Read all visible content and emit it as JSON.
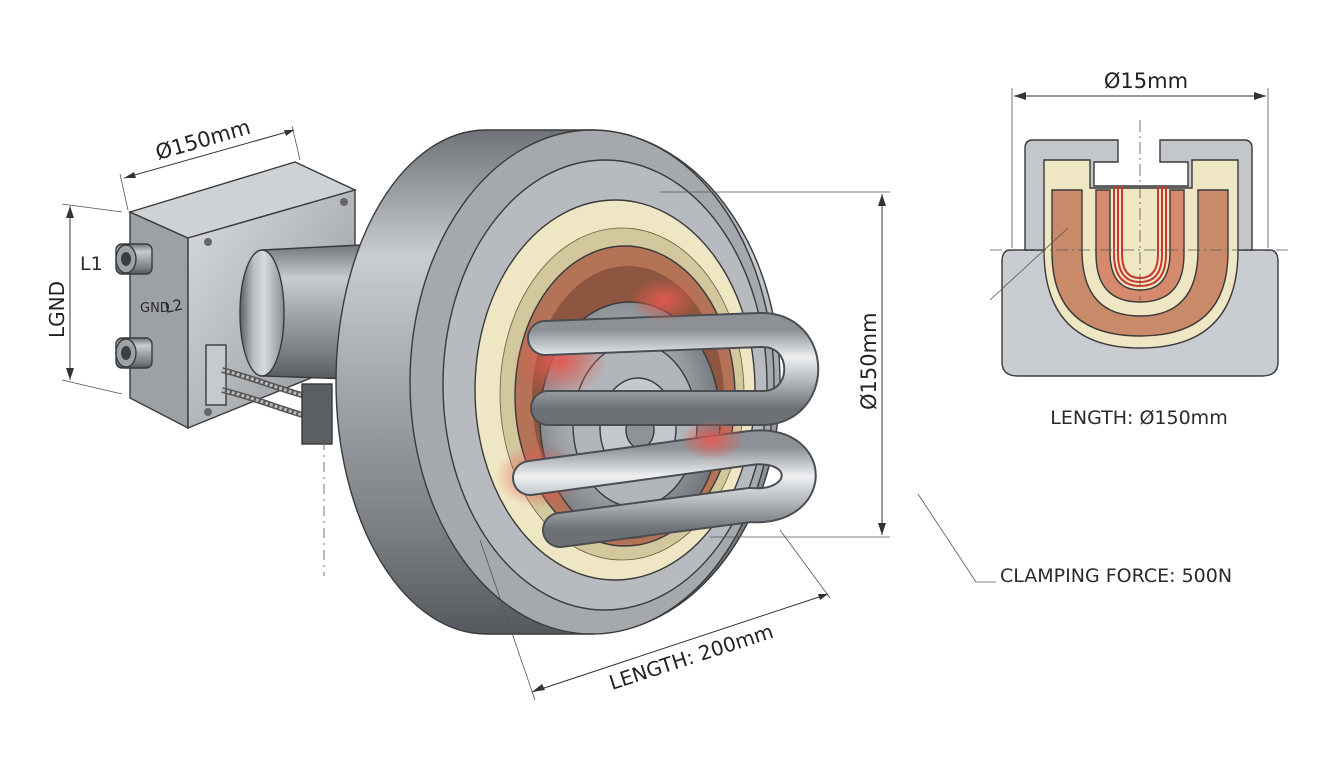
{
  "main_view": {
    "box_diameter": "Ø150mm",
    "terminal_l1": "L1",
    "terminal_gnd": "GND",
    "terminal_l2": "L2",
    "side_label": "LGND",
    "ring_diameter": "Ø150mm",
    "length": "LENGTH:   200mm"
  },
  "section_view": {
    "top_diameter": "Ø15mm",
    "length_label": "LENGTH: Ø150mm"
  },
  "callout": {
    "clamping_force": "CLAMPING FORCE: 500N"
  },
  "colors": {
    "steel": "#9a9ea3",
    "insulation": "#efe6c4",
    "copper": "#c98a6a",
    "heated_red": "#d9534a",
    "outline": "#3a3a3a"
  }
}
